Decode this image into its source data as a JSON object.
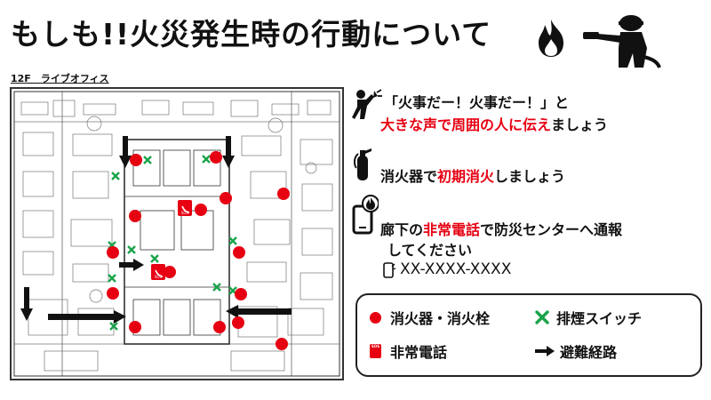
{
  "title": "もしも!!火災発生時の行動について",
  "floor_label": "12F　ライブオフィス",
  "steps": {
    "shout": {
      "line1": "「火事だー！火事だー！」と",
      "line2_red": "大きな声で周囲の人に伝え",
      "line2_black": "ましょう"
    },
    "extinguish": {
      "prefix": "消火器で",
      "red": "初期消火",
      "suffix": "しましょう"
    },
    "call": {
      "prefix": "廊下の",
      "red": "非常電話",
      "suffix": "で防災センターへ通報",
      "line2": "してください",
      "phone": "XX-XXXX-XXXX"
    }
  },
  "legend": {
    "extinguisher": "消火器・消火栓",
    "smoke_switch": "排煙スイッチ",
    "emergency_phone": "非常電話",
    "evacuation_route": "避難経路",
    "sos": "SOS"
  },
  "colors": {
    "accent_red": "#e60012",
    "switch_green": "#1aa34a",
    "ink": "#111111"
  }
}
